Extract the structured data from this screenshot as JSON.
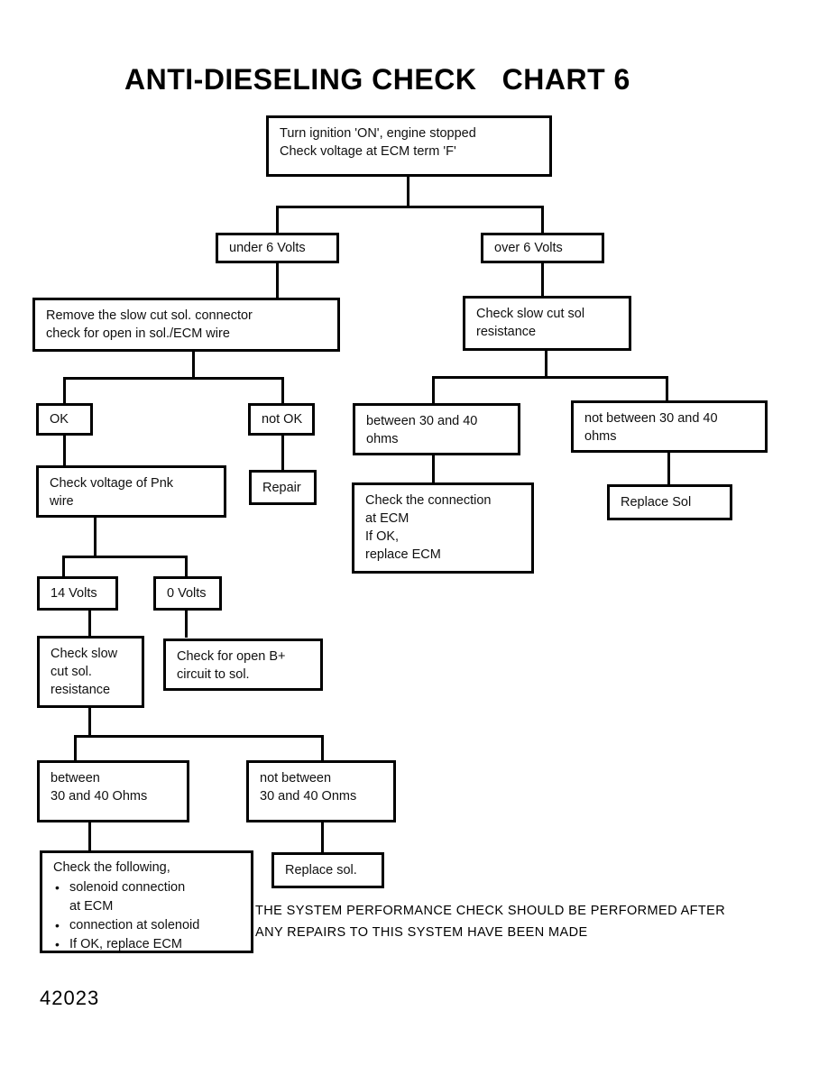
{
  "document": {
    "title": "ANTI-DIESELING CHECK   CHART 6",
    "page_number": "42023",
    "footnote": "THE SYSTEM PERFORMANCE CHECK SHOULD BE PERFORMED AFTER\nANY REPAIRS TO THIS SYSTEM HAVE BEEN MADE"
  },
  "chart_data": {
    "type": "flowchart",
    "title": "ANTI-DIESELING CHECK   CHART 6",
    "nodes": [
      {
        "id": "start",
        "text": "Turn ignition 'ON', engine stopped\nCheck voltage at ECM term 'F'"
      },
      {
        "id": "under6",
        "text": "under 6 Volts"
      },
      {
        "id": "over6",
        "text": "over 6 Volts"
      },
      {
        "id": "remove_conn",
        "text": "Remove the slow cut sol. connector\ncheck for open in sol./ECM wire"
      },
      {
        "id": "check_res_right",
        "text": "Check slow cut sol\nresistance"
      },
      {
        "id": "ok",
        "text": "OK"
      },
      {
        "id": "not_ok",
        "text": "not OK"
      },
      {
        "id": "repair",
        "text": "Repair"
      },
      {
        "id": "check_pnk",
        "text": "Check voltage of Pnk\nwire"
      },
      {
        "id": "between_right",
        "text": "between 30 and 40\nohms"
      },
      {
        "id": "not_between_right",
        "text": "not between 30 and 40\nohms"
      },
      {
        "id": "check_conn_ecm",
        "text": "Check the connection\nat ECM\nIf OK,\nreplace ECM"
      },
      {
        "id": "replace_sol_right",
        "text": "Replace Sol"
      },
      {
        "id": "v14",
        "text": "14 Volts"
      },
      {
        "id": "v0",
        "text": "0 Volts"
      },
      {
        "id": "check_slow_cut_res_left",
        "text": "Check slow\ncut sol.\nresistance"
      },
      {
        "id": "check_open_b",
        "text": "Check for open B+\ncircuit to sol."
      },
      {
        "id": "between_left",
        "text": "between\n30 and 40 Ohms"
      },
      {
        "id": "not_between_left",
        "text": "not between\n30 and 40 Onms"
      },
      {
        "id": "replace_sol_left",
        "text": "Replace sol."
      },
      {
        "id": "check_following",
        "lead": "Check the following,",
        "bullets": [
          "solenoid connection\nat ECM",
          "connection at solenoid",
          "If OK, replace ECM"
        ]
      }
    ],
    "edges": [
      {
        "from": "start",
        "to": "under6",
        "label": "under 6 Volts"
      },
      {
        "from": "start",
        "to": "over6",
        "label": "over 6 Volts"
      },
      {
        "from": "under6",
        "to": "remove_conn"
      },
      {
        "from": "over6",
        "to": "check_res_right"
      },
      {
        "from": "remove_conn",
        "to": "ok"
      },
      {
        "from": "remove_conn",
        "to": "not_ok"
      },
      {
        "from": "ok",
        "to": "check_pnk"
      },
      {
        "from": "not_ok",
        "to": "repair"
      },
      {
        "from": "check_res_right",
        "to": "between_right"
      },
      {
        "from": "check_res_right",
        "to": "not_between_right"
      },
      {
        "from": "between_right",
        "to": "check_conn_ecm"
      },
      {
        "from": "not_between_right",
        "to": "replace_sol_right"
      },
      {
        "from": "check_pnk",
        "to": "v14"
      },
      {
        "from": "check_pnk",
        "to": "v0"
      },
      {
        "from": "v14",
        "to": "check_slow_cut_res_left"
      },
      {
        "from": "v0",
        "to": "check_open_b"
      },
      {
        "from": "check_slow_cut_res_left",
        "to": "between_left"
      },
      {
        "from": "check_slow_cut_res_left",
        "to": "not_between_left"
      },
      {
        "from": "between_left",
        "to": "check_following"
      },
      {
        "from": "not_between_left",
        "to": "replace_sol_left"
      }
    ]
  },
  "boxes": {
    "start": "Turn ignition 'ON', engine stopped\nCheck voltage at ECM term 'F'",
    "under6": "under 6 Volts",
    "over6": "over 6 Volts",
    "remove_conn": "Remove the slow cut sol. connector\ncheck for open in sol./ECM wire",
    "check_res_right": "Check slow cut sol\nresistance",
    "ok": "OK",
    "not_ok": "not OK",
    "repair": "Repair",
    "check_pnk": "Check voltage of Pnk\nwire",
    "between_right": "between 30 and 40\nohms",
    "not_between_right": "not between 30 and 40\nohms",
    "check_conn_ecm": "Check the connection\nat ECM\nIf OK,\nreplace ECM",
    "replace_sol_right": "Replace Sol",
    "v14": "14 Volts",
    "v0": "0 Volts",
    "check_slow_cut_res_left": "Check slow\ncut sol.\nresistance",
    "check_open_b": "Check for open B+\ncircuit to sol.",
    "between_left": "between\n30 and 40 Ohms",
    "not_between_left": "not between\n30 and 40 Onms",
    "replace_sol_left": "Replace sol.",
    "check_following_lead": "Check the following,",
    "check_following_b1": "solenoid connection\nat ECM",
    "check_following_b2": "connection at solenoid",
    "check_following_b3": "If OK, replace ECM"
  }
}
